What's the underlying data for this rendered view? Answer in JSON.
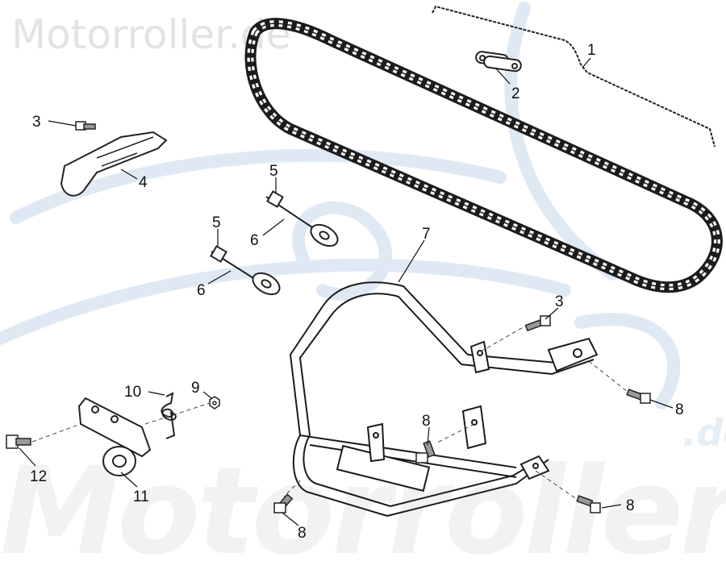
{
  "watermark": {
    "brand_top": "Motorroller.de",
    "brand_bottom": "Motorroller",
    "brand_suffix": ".de",
    "brand_color": "#2a6fb0"
  },
  "callouts": [
    {
      "id": "1"
    },
    {
      "id": "2"
    },
    {
      "id": "3"
    },
    {
      "id": "4"
    },
    {
      "id": "5"
    },
    {
      "id": "6"
    },
    {
      "id": "5"
    },
    {
      "id": "6"
    },
    {
      "id": "7"
    },
    {
      "id": "3"
    },
    {
      "id": "8"
    },
    {
      "id": "8"
    },
    {
      "id": "10"
    },
    {
      "id": "9"
    },
    {
      "id": "12"
    },
    {
      "id": "11"
    },
    {
      "id": "8"
    },
    {
      "id": "8"
    }
  ]
}
